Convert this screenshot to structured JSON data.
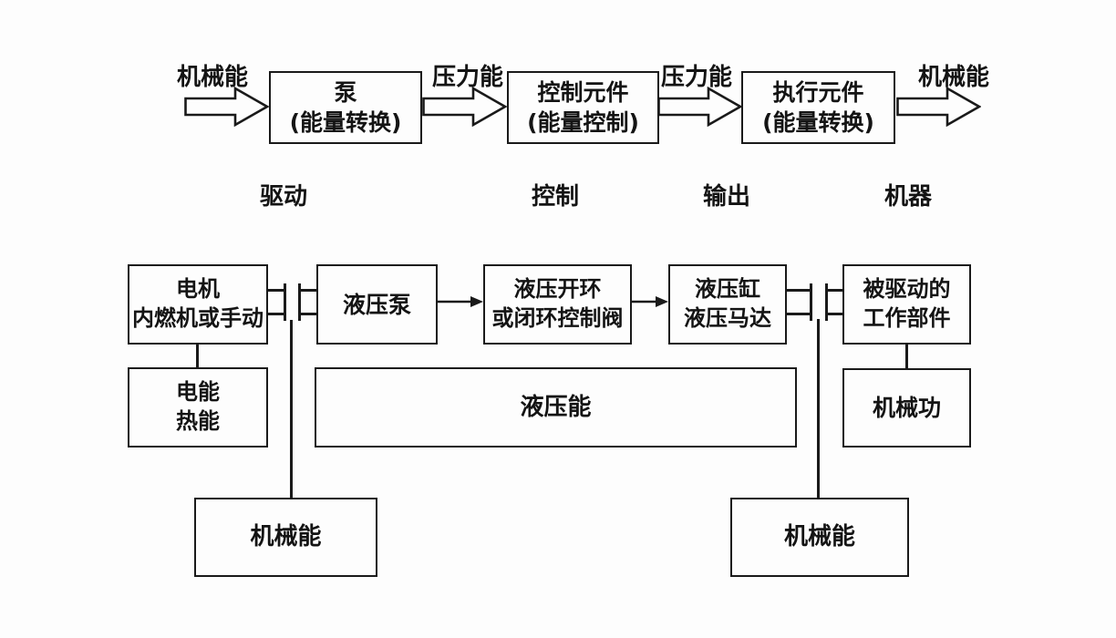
{
  "colors": {
    "background": "#fdfdfd",
    "line": "#1a1a1a",
    "text": "#141414"
  },
  "top_flow": {
    "labels": {
      "input": "机械能",
      "after_pump": "压力能",
      "after_control": "压力能",
      "output": "机械能"
    },
    "boxes": {
      "pump": {
        "line1": "泵",
        "line2": "(能量转换)"
      },
      "control": {
        "line1": "控制元件",
        "line2": "(能量控制)"
      },
      "actuator": {
        "line1": "执行元件",
        "line2": "(能量转换)"
      }
    },
    "stages": {
      "drive": "驱动",
      "control": "控制",
      "output": "输出",
      "machine": "机器"
    }
  },
  "bottom_flow": {
    "prime_mover": {
      "line1": "电机",
      "line2": "内燃机或手动"
    },
    "hydraulic_pump": "液压泵",
    "control_valve": {
      "line1": "液压开环",
      "line2": "或闭环控制阀"
    },
    "cylinder_motor": {
      "line1": "液压缸",
      "line2": "液压马达"
    },
    "driven_parts": {
      "line1": "被驱动的",
      "line2": "工作部件"
    },
    "electric_heat": {
      "line1": "电能",
      "line2": "热能"
    },
    "hydraulic_energy": "液压能",
    "mechanical_work": "机械功",
    "mechanical_energy_left": "机械能",
    "mechanical_energy_right": "机械能"
  }
}
